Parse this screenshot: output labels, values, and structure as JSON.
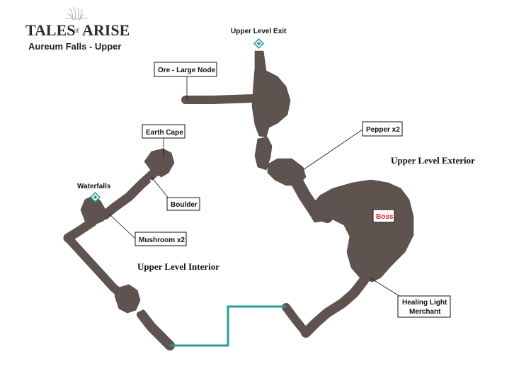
{
  "logo": {
    "word1": "TALES",
    "of": "of",
    "word2": "ARISE",
    "tm": "™"
  },
  "map_title": "Aureum Falls - Upper",
  "regions": {
    "exterior": "Upper Level Exterior",
    "interior": "Upper Level Interior"
  },
  "labels": {
    "upper_exit": "Upper Level Exit",
    "ore": "Ore - Large Node",
    "pepper": "Pepper x2",
    "earth_cape": "Earth Cape",
    "boulder": "Boulder",
    "waterfalls": "Waterfalls",
    "mushroom": "Mushroom x2",
    "boss": "Boss",
    "healing_line1": "Healing Light",
    "healing_line2": "Merchant"
  },
  "colors": {
    "cave": "#5f5350",
    "connector": "#2a9d94",
    "boss_text": "#e02020"
  }
}
